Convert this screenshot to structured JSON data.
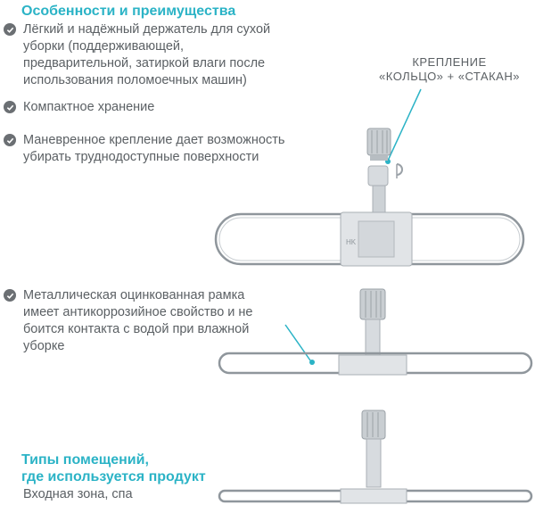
{
  "sections": {
    "features_title": "Особенности и преимущества",
    "rooms_title": "Типы помещений,\nгде используется продукт"
  },
  "features": [
    {
      "icon": "check-circle-icon",
      "text": "Лёгкий и надёжный держатель для сухой\nуборки (поддерживающей,\nпредварительной, затиркой влаги после\nиспользования поломоечных машин)"
    },
    {
      "icon": "check-circle-icon",
      "text": "Компактное хранение"
    },
    {
      "icon": "check-circle-icon",
      "text": "Маневренное крепление дает возможность\nубирать труднодоступные поверхности"
    },
    {
      "icon": "check-circle-icon",
      "text": "Металлическая оцинкованная рамка\nимеет антикоррозийное свойство и не\nбоится контакта с водой при влажной\nуборке"
    }
  ],
  "callout": {
    "text": "КРЕПЛЕНИЕ\n«КОЛЬЦО» + «СТАКАН»"
  },
  "rooms": [
    "Входная зона, спа"
  ],
  "product_logo": "HK",
  "colors": {
    "accent": "#2bb3c6",
    "text": "#5b6064",
    "icon": "#6b6f73",
    "frame": "#8f969c",
    "plastic": "#d7dbdf"
  }
}
